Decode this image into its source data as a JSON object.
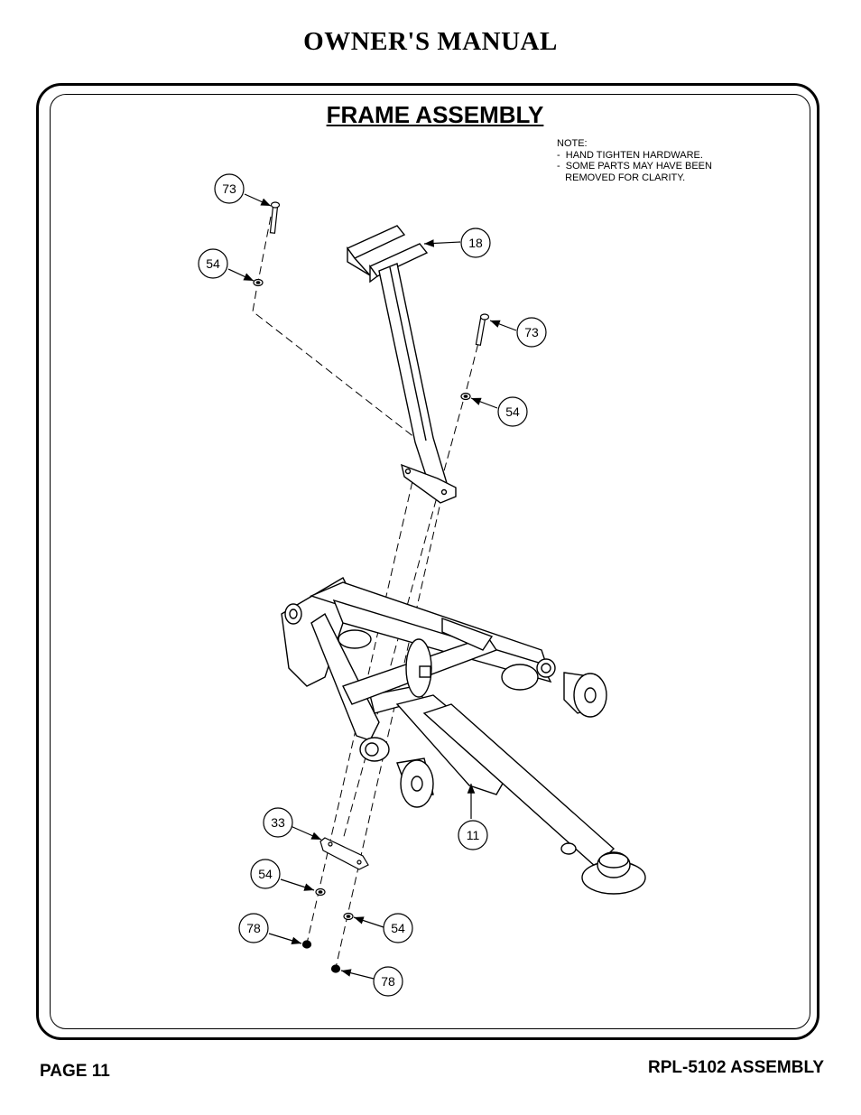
{
  "header": {
    "title": "OWNER'S MANUAL"
  },
  "section": {
    "title": "FRAME ASSEMBLY"
  },
  "note": {
    "heading": "NOTE:",
    "lines": [
      "-  HAND TIGHTEN HARDWARE.",
      "-  SOME PARTS MAY HAVE BEEN",
      "   REMOVED FOR CLARITY."
    ]
  },
  "callouts": {
    "c73a": "73",
    "c54a": "54",
    "c18": "18",
    "c73b": "73",
    "c54b": "54",
    "c11": "11",
    "c33": "33",
    "c54c": "54",
    "c54d": "54",
    "c78a": "78",
    "c78b": "78"
  },
  "footer": {
    "page": "PAGE 11",
    "model": "RPL-5102 ASSEMBLY"
  }
}
